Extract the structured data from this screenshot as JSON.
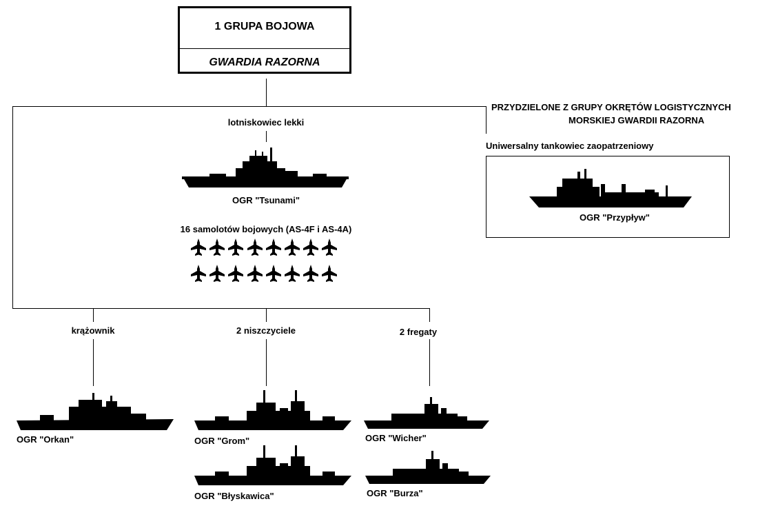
{
  "headquarters": {
    "title": "1 GRUPA BOJOWA",
    "subtitle": "GWARDIA RAZORNA"
  },
  "carrier": {
    "type_label": "lotniskowiec lekki",
    "ship_name": "OGR \"Tsunami\"",
    "aircraft_label": "16 samolotów bojowych (AS-4F i AS-4A)",
    "aircraft_count": 16
  },
  "logistics": {
    "header_line1": "PRZYDZIELONE Z GRUPY OKRĘTÓW LOGISTYCZNYCH",
    "header_line2": "MORSKIEJ GWARDII RAZORNA",
    "type_label": "Uniwersalny tankowiec zaopatrzeniowy",
    "ship_name": "OGR \"Przypływ\""
  },
  "cruiser": {
    "type_label": "krążownik",
    "ships": [
      "OGR \"Orkan\""
    ]
  },
  "destroyers": {
    "type_label": "2 niszczyciele",
    "ships": [
      "OGR \"Grom\"",
      "OGR \"Błyskawica\""
    ]
  },
  "frigates": {
    "type_label": "2 fregaty",
    "ships": [
      "OGR \"Wicher\"",
      "OGR \"Burza\""
    ]
  },
  "colors": {
    "ink": "#000000",
    "background": "#ffffff"
  }
}
